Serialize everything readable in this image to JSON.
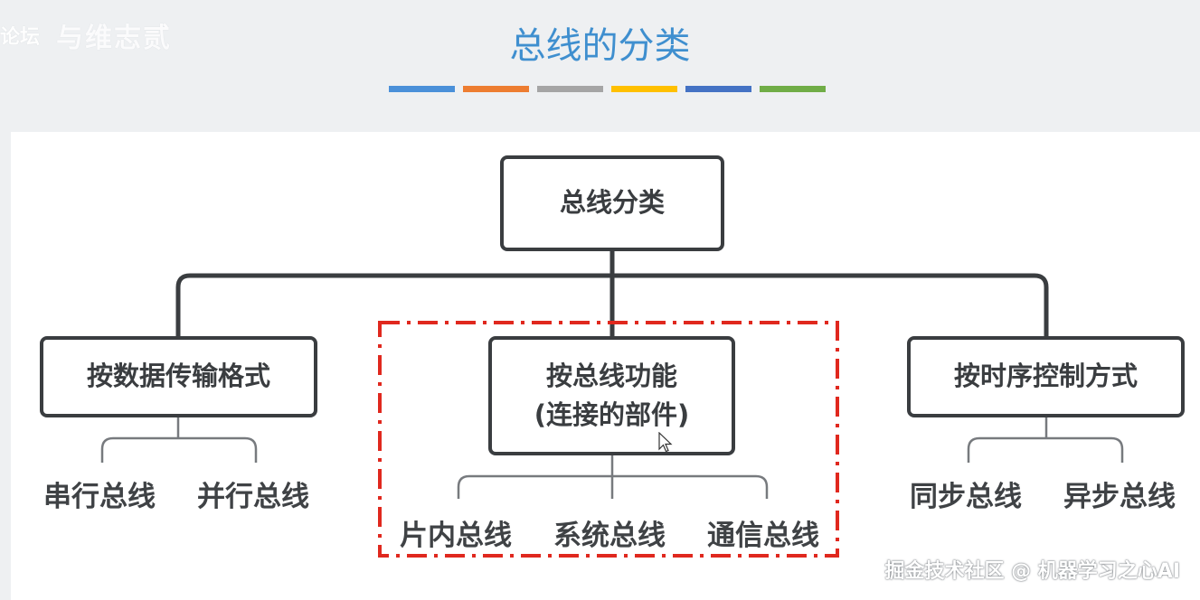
{
  "header": {
    "logo_text": "论坛",
    "logo_squiggle": "与维志贰",
    "title": "总线的分类",
    "bar_colors": [
      "#4a90d9",
      "#ed7d31",
      "#a5a5a5",
      "#ffc000",
      "#4472c4",
      "#70ad47"
    ]
  },
  "diagram": {
    "root": "总线分类",
    "branches": [
      {
        "label": "按数据传输格式",
        "leaves": [
          "串行总线",
          "并行总线"
        ]
      },
      {
        "label": "按总线功能",
        "label2": "(连接的部件)",
        "leaves": [
          "片内总线",
          "系统总线",
          "通信总线"
        ]
      },
      {
        "label": "按时序控制方式",
        "leaves": [
          "同步总线",
          "异步总线"
        ]
      }
    ],
    "highlight_color": "#e0281e"
  },
  "watermark": "掘金技术社区 @ 机器学习之心AI"
}
